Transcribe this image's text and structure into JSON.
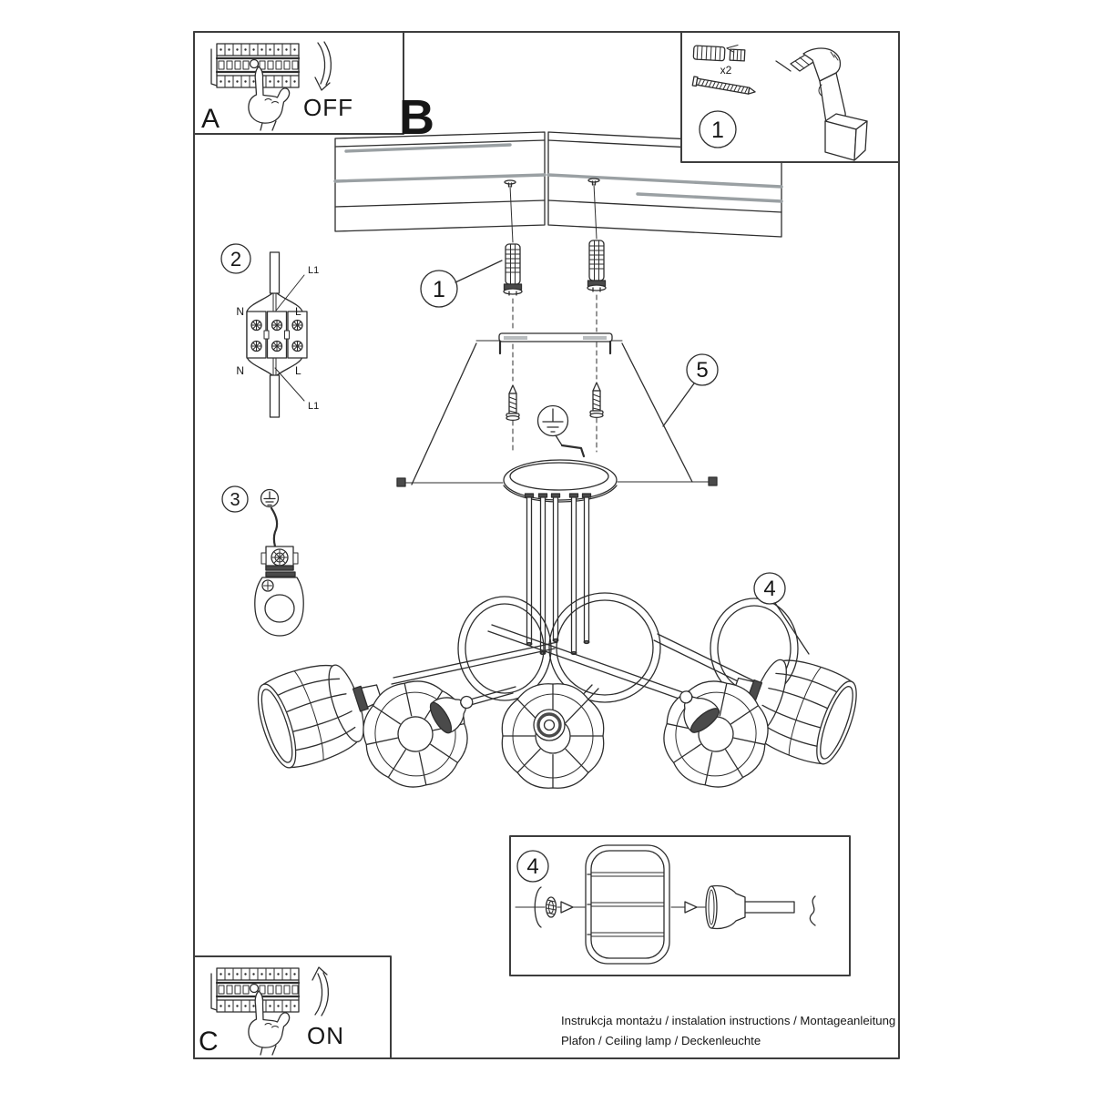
{
  "labels": {
    "panel_a": "A",
    "panel_a_state": "OFF",
    "panel_b": "B",
    "panel_c": "C",
    "panel_c_state": "ON",
    "screw_qty": "x2"
  },
  "callouts": {
    "tools": "1",
    "dowel": "1",
    "terminal": "2",
    "ground": "3",
    "shade": "4",
    "shade_detail": "4",
    "canopy": "5"
  },
  "wiring": {
    "l1_top": "L1",
    "l1_bottom": "L1",
    "n_top": "N",
    "l_top": "L",
    "n_bottom": "N",
    "l_bottom": "L"
  },
  "footer": {
    "line1": "Instrukcja montażu / instalation instructions / Montageanleitung",
    "line2": "Plafon / Ceiling lamp / Deckenleuchte"
  }
}
